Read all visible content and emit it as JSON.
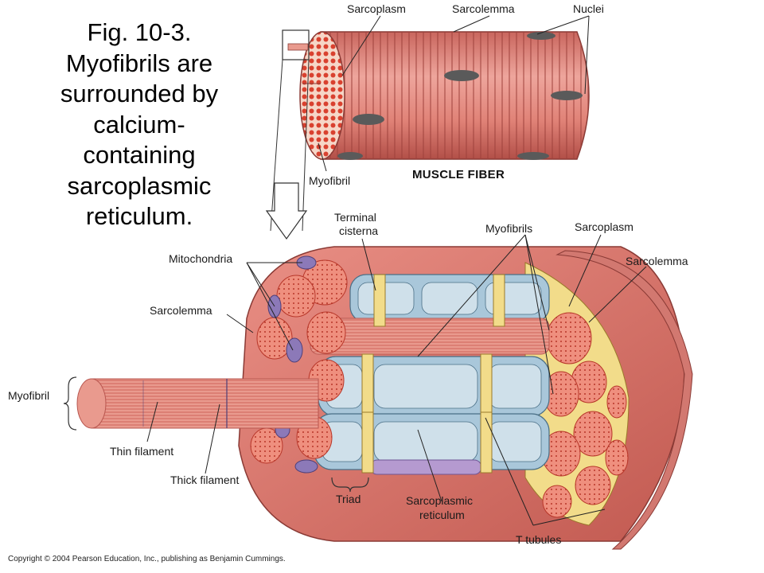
{
  "caption": {
    "lines": [
      "Fig. 10-3.",
      "Myofibrils are",
      "surrounded by",
      "calcium-",
      "containing",
      "sarcoplasmic",
      "reticulum."
    ]
  },
  "top_figure": {
    "subtitle": "MUSCLE FIBER",
    "labels": {
      "sarcoplasm": "Sarcoplasm",
      "sarcolemma": "Sarcolemma",
      "nuclei": "Nuclei",
      "myofibril": "Myofibril"
    }
  },
  "bottom_figure": {
    "labels": {
      "terminal_cisterna_1": "Terminal",
      "terminal_cisterna_2": "cisterna",
      "myofibrils": "Myofibrils",
      "sarcoplasm": "Sarcoplasm",
      "sarcolemma_right": "Sarcolemma",
      "mitochondria": "Mitochondria",
      "sarcolemma_left": "Sarcolemma",
      "myofibril": "Myofibril",
      "thin_filament": "Thin filament",
      "thick_filament": "Thick filament",
      "triad": "Triad",
      "sr_1": "Sarcoplasmic",
      "sr_2": "reticulum",
      "t_tubules": "T tubules"
    }
  },
  "copyright": "Copyright © 2004 Pearson Education, Inc., publishing as Benjamin Cummings.",
  "colors": {
    "muscle": "#e48a82",
    "muscle_dark": "#b8564f",
    "myofibril_dot": "#d9412f",
    "sr_blue": "#a9c7da",
    "t_tubule_yellow": "#f2dc8a",
    "nucleus": "#5a5a5a",
    "mito_purple": "#8c79b8"
  }
}
